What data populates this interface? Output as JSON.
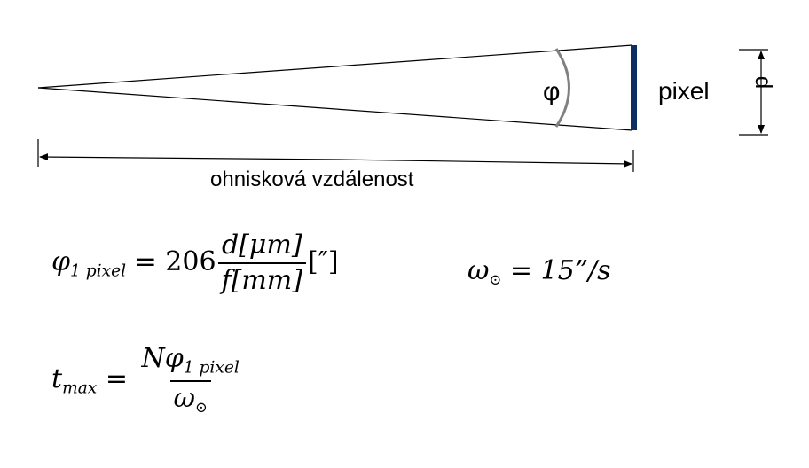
{
  "diagram": {
    "angle_symbol": "φ",
    "pixel_label": "pixel",
    "d_label": "d",
    "distance_label": "ohnisková vzdálenost",
    "pixel_color": "#0d2f63",
    "arc_color": "#808080"
  },
  "formula1": {
    "lhs_symbol": "φ",
    "lhs_subscript": "1 pixel",
    "equals": "=",
    "coefficient": "206",
    "numerator": "d[μm]",
    "denominator": "f[mm]",
    "unit": "[″]"
  },
  "formula2": {
    "symbol": "ω",
    "sun_symbol": "⊙",
    "equals": "=",
    "value": "15”/s"
  },
  "formula3": {
    "lhs_symbol": "t",
    "lhs_subscript": "max",
    "equals": "=",
    "numerator_n": "N",
    "numerator_symbol": "φ",
    "numerator_subscript": "1 pixel",
    "denominator_symbol": "ω",
    "denominator_sun": "⊙"
  }
}
